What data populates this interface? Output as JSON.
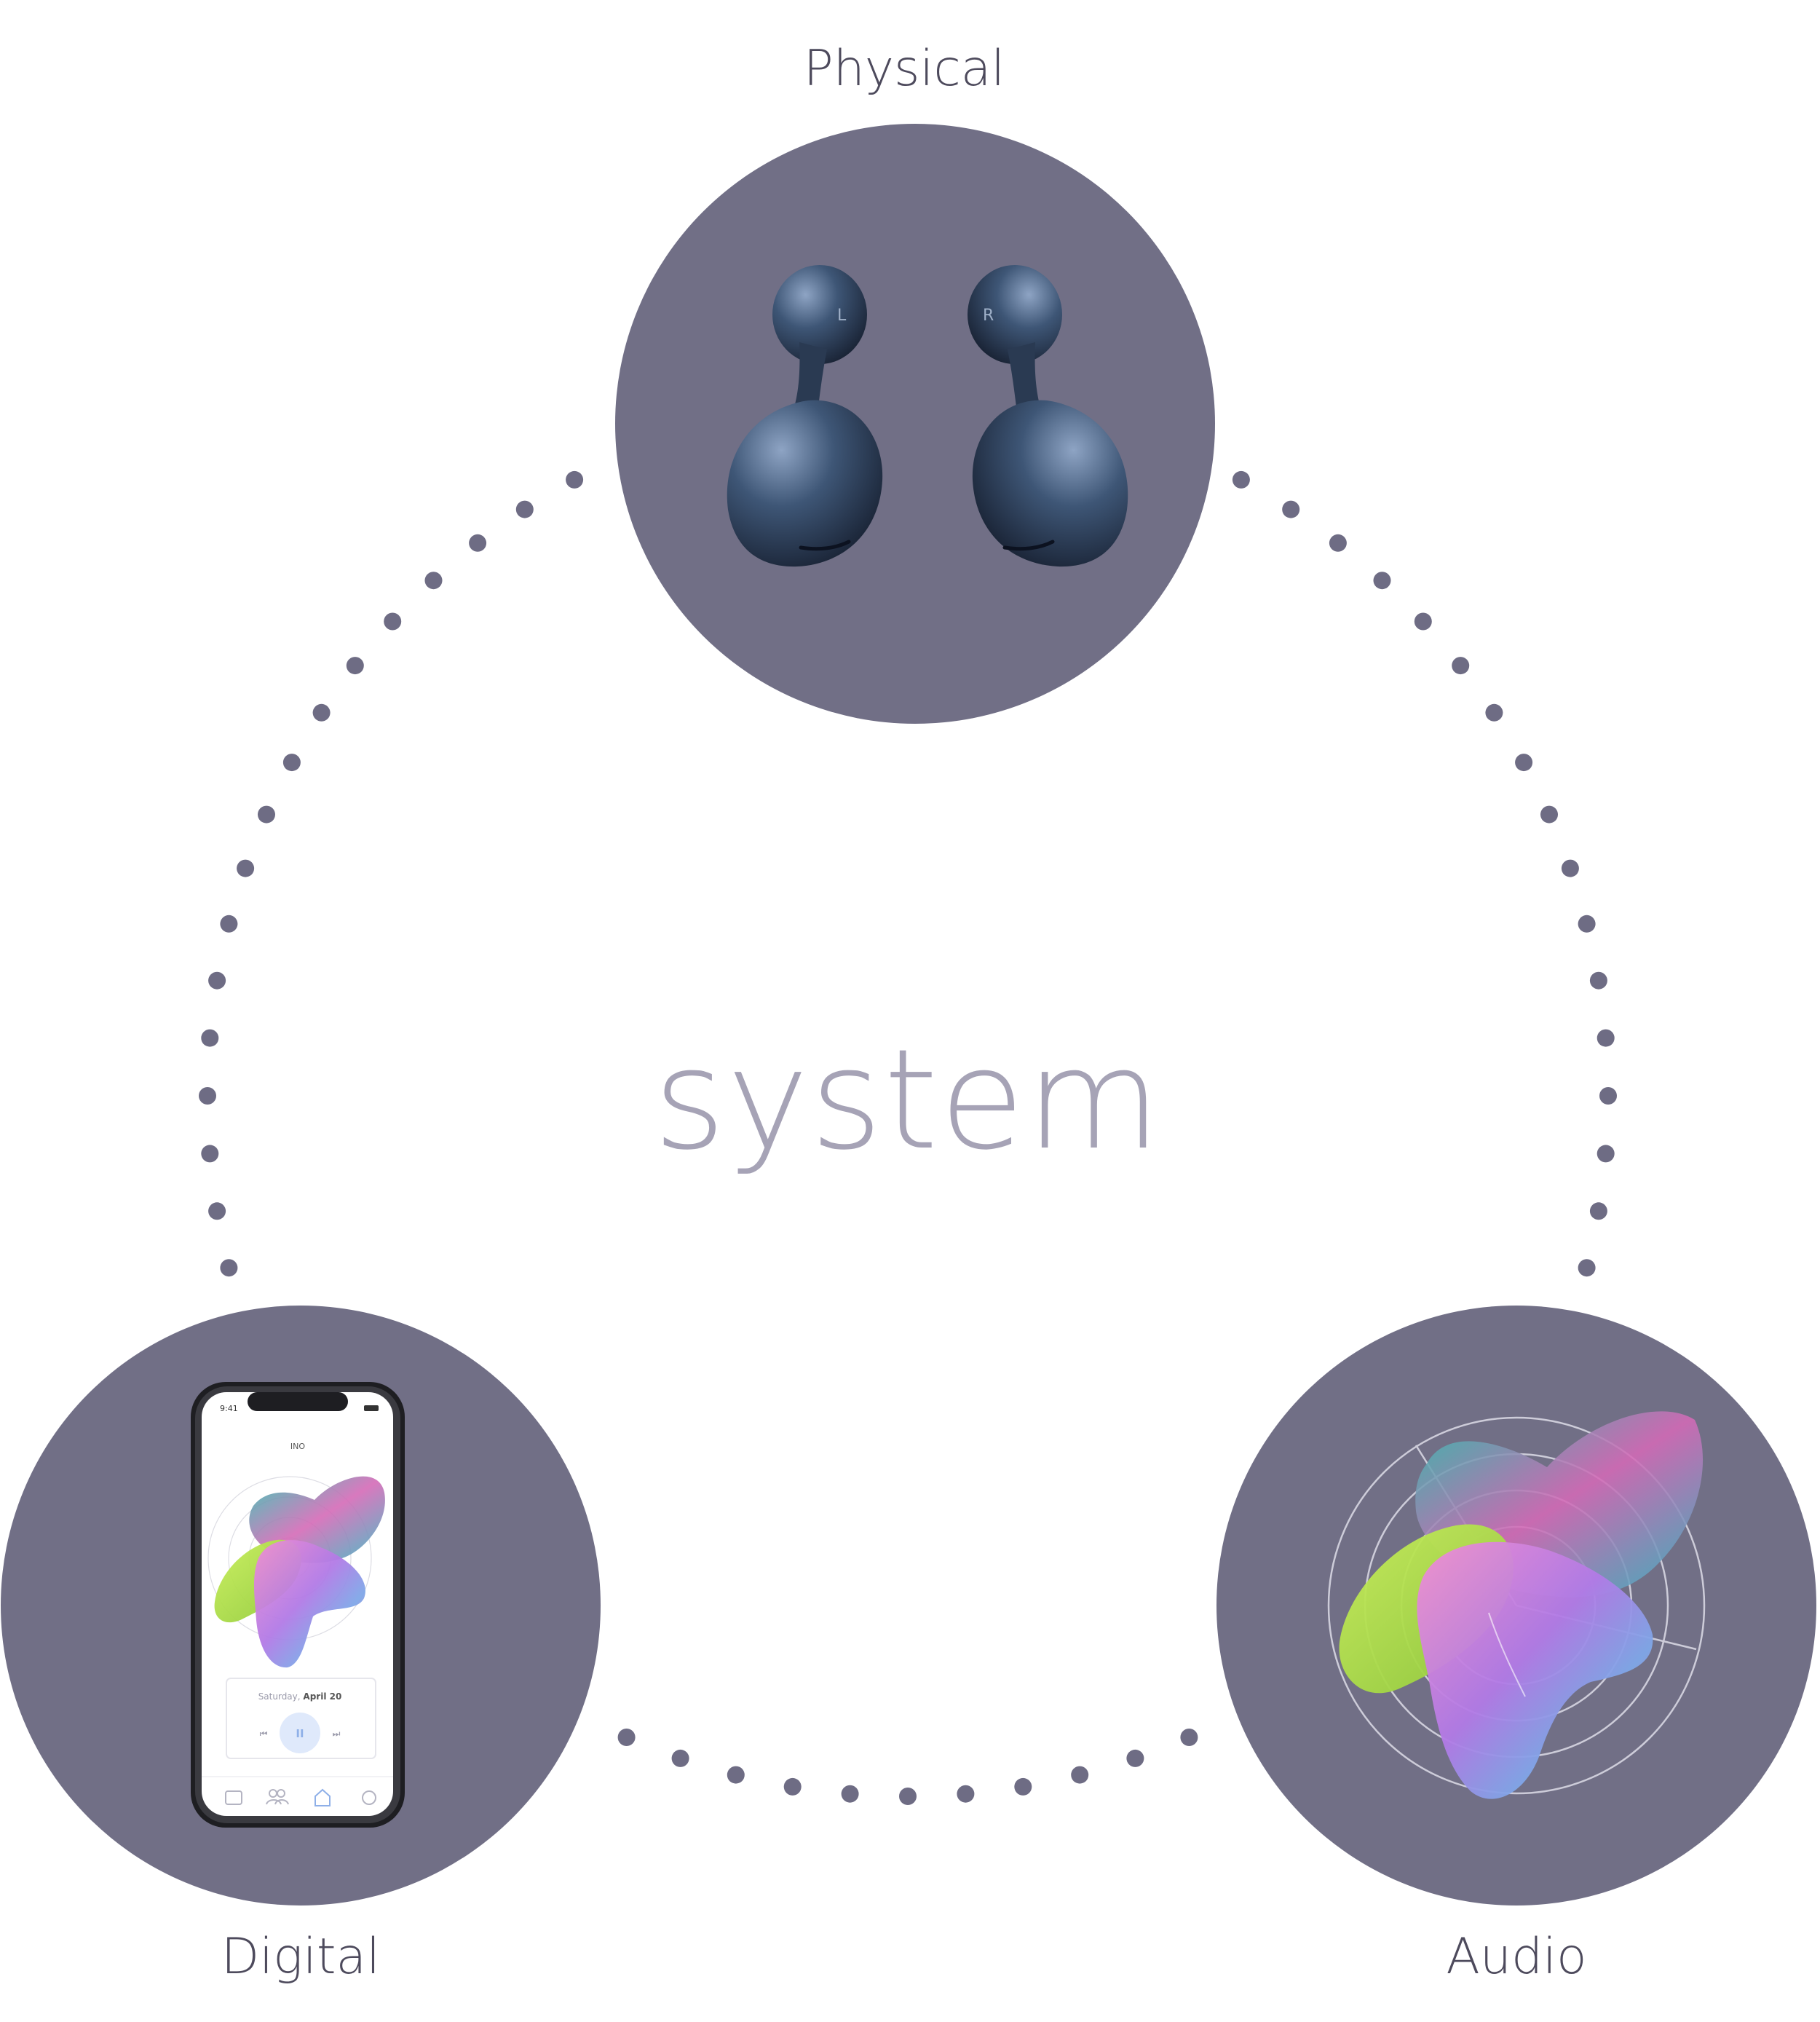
{
  "labels": {
    "top": "Physical",
    "bottom_left": "Digital",
    "bottom_right": "Audio",
    "center": "system"
  },
  "phone": {
    "time": "9:41",
    "app_title": "INO",
    "date_prefix": "Saturday,",
    "date_strong": "April 20",
    "prev_glyph": "⏮",
    "pause_glyph": "II",
    "next_glyph": "⏭"
  },
  "earbuds": {
    "left_mark": "L",
    "right_mark": "R"
  },
  "colors": {
    "circle_fill": "#716f86",
    "dot_fill": "#6e6c84",
    "label_text": "#4d4a5c",
    "center_text": "#a6a3b6",
    "blob_green": "#b6e04a",
    "blob_teal": "#35c9b8",
    "blob_pink": "#e16cc0",
    "blob_blue": "#7fa7e8"
  },
  "icons": [
    "earbuds-icon",
    "phone-mockup-icon",
    "sound-shape-icon",
    "tab-gift-icon",
    "tab-people-icon",
    "tab-home-icon",
    "tab-settings-icon"
  ]
}
